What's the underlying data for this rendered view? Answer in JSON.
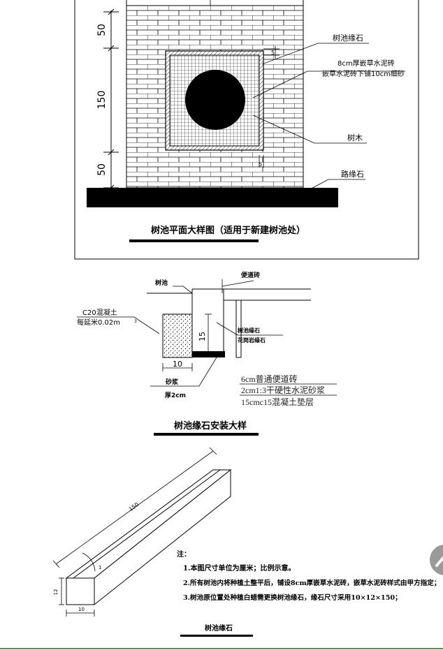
{
  "plan": {
    "title": "树池平面大样图（适用于新建树池处）",
    "dim_top": "50",
    "dim_mid": "150",
    "dim_bottom": "50",
    "dim_small": "5",
    "dim_small2": "5",
    "labels": {
      "curb": "树池缘石",
      "grass_brick_1": "8cm厚嵌草水泥砖",
      "grass_brick_2": "嵌草水泥砖下铺10cm细砂",
      "tree": "树木",
      "road_curb": "路缘石"
    }
  },
  "section": {
    "title": "树池缘石安装大样",
    "label_pit": "树池",
    "label_sidewalk": "便道砖",
    "concrete_1": "C20混凝土",
    "concrete_2": "每延米0.02m",
    "concrete_sup": "3",
    "curb_1": "树池缘石",
    "curb_2": "花岗岩缘石",
    "dim_15": "15",
    "dim_10": "10",
    "mortar_1": "砂浆",
    "mortar_2": "厚2cm",
    "layers": [
      "6cm普通便道砖",
      "2cm1:3干硬性水泥砂浆",
      "15cmc15混凝土垫层"
    ]
  },
  "stone": {
    "title": "树池缘石",
    "dim_150": "150",
    "dim_12": "12",
    "dim_10": "10",
    "dim_chamfer": "1"
  },
  "notes": {
    "heading": "注：",
    "items": [
      "1.本图尺寸单位为厘米；比例示意。",
      "2.所有树池内将种植土整平后，铺设8cm厚嵌草水泥砖，嵌草水泥砖样式由甲方指定；",
      "3.树池原位置处种植白蜡需更换树池缘石，缘石尺寸采用10×12×150；"
    ]
  },
  "colors": {
    "ink": "#000000",
    "scroll_button": "#9a9a9a",
    "bottom_rule": "#5a8a5a"
  },
  "icons": {
    "scroll_top": "chevron-up-icon"
  }
}
